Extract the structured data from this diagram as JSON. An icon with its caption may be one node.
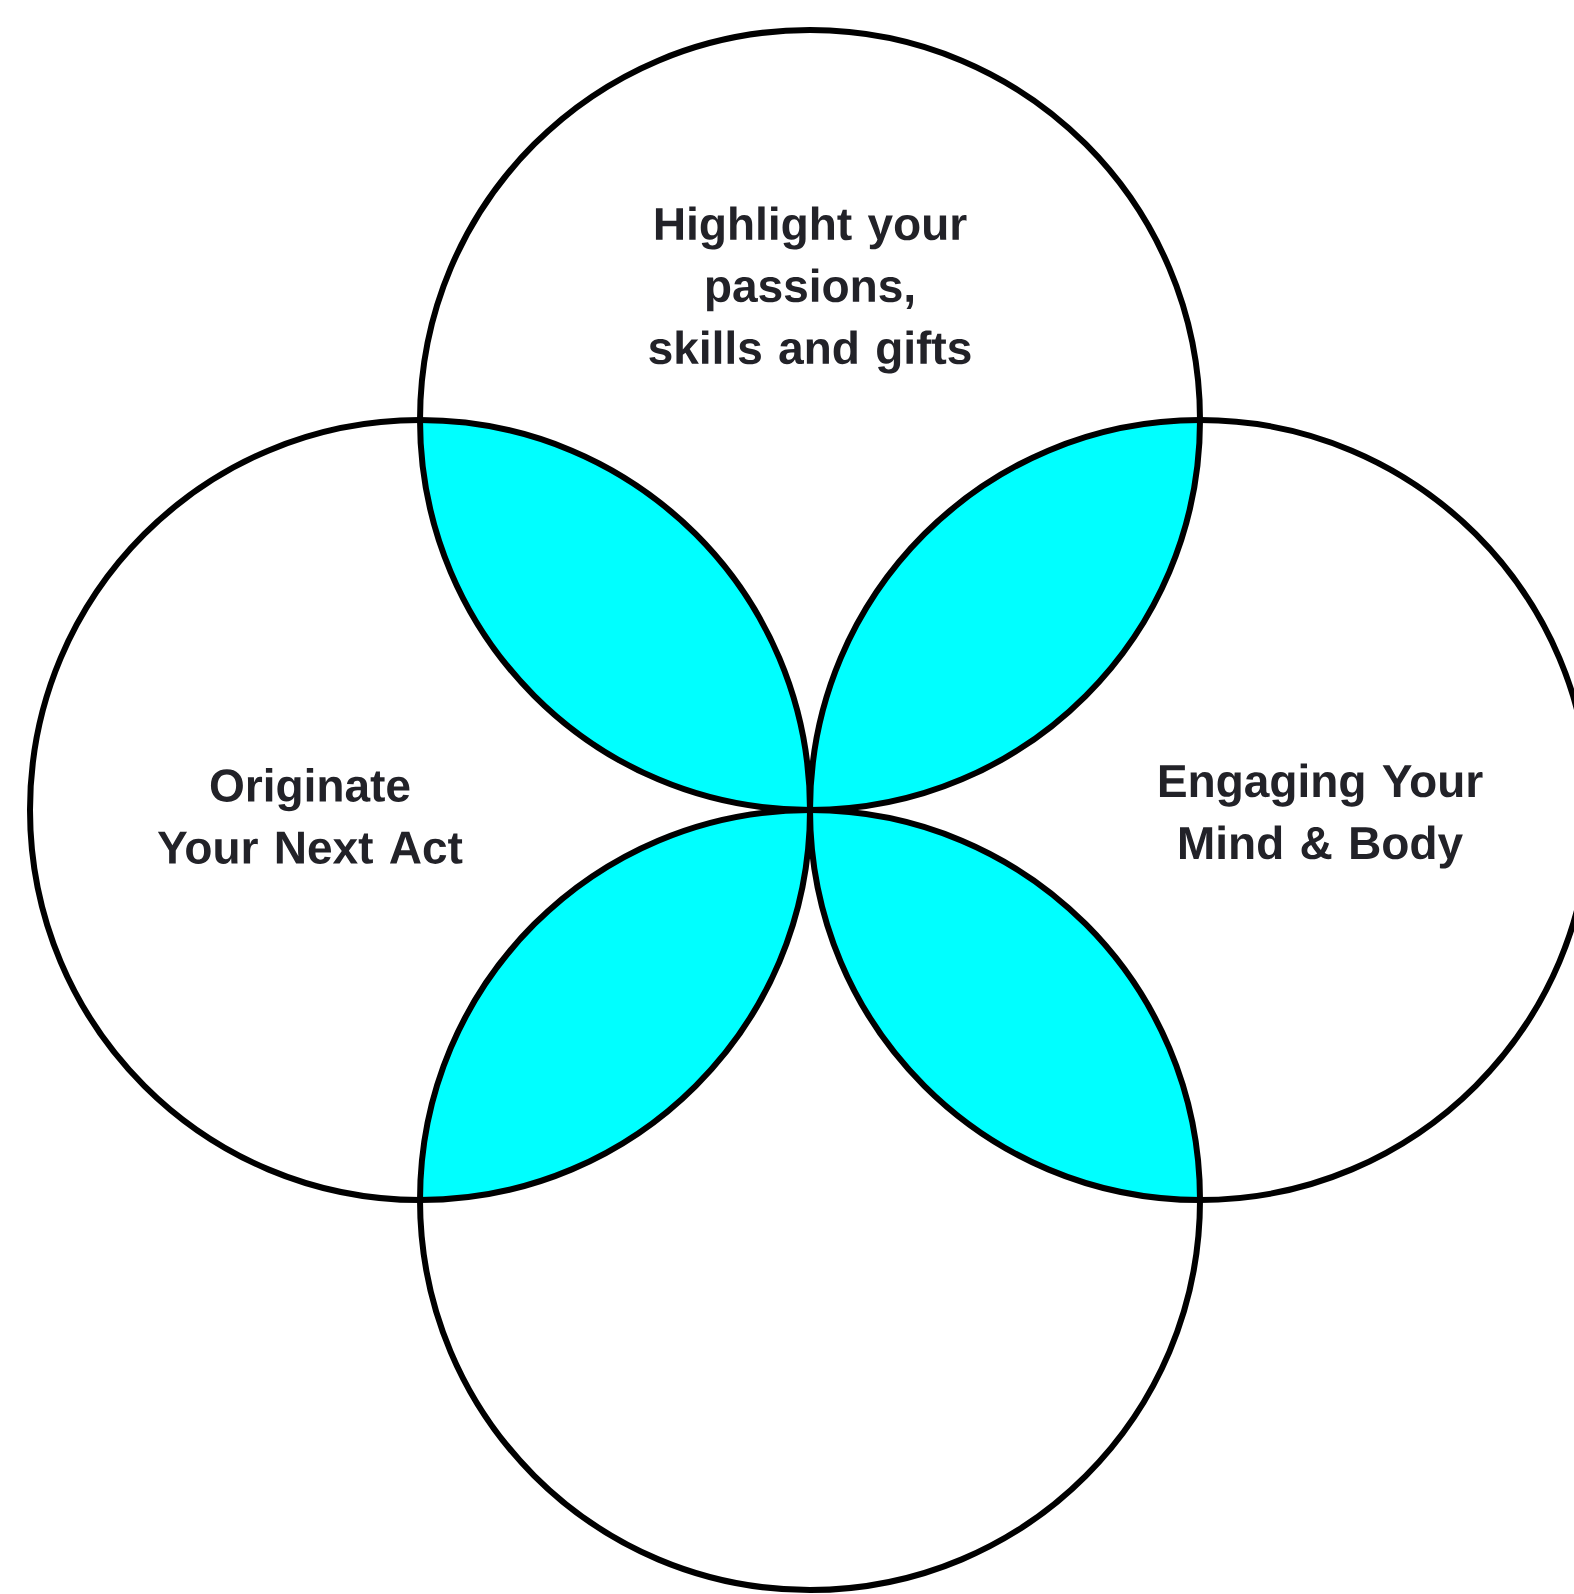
{
  "diagram": {
    "nodes": [
      {
        "text": [
          "Highlight your passions, skills and gifts"
        ]
      },
      {
        "text": [
          "Originate Your Next Act"
        ]
      },
      {
        "text": [
          "Engaging Your Mind & Body"
        ]
      },
      {
        "text": [],
        "shape": "circle"
      }
    ]
  }
}
